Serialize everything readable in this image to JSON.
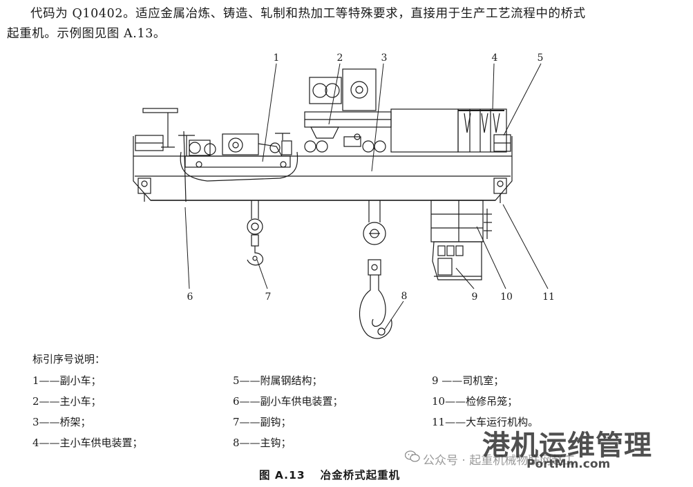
{
  "intro": {
    "line1": "代码为 Q10402。适应金属冶炼、铸造、轧制和热加工等特殊要求，直接用于生产工艺流程中的桥式",
    "line2": "起重机。示例图见图 A.13。"
  },
  "callouts": [
    "1",
    "2",
    "3",
    "4",
    "5",
    "6",
    "7",
    "8",
    "9",
    "10",
    "11"
  ],
  "legend": {
    "heading": "标引序号说明：",
    "items": [
      "1——副小车；",
      "2——主小车；",
      "3——桥架；",
      "4——主小车供电装置；",
      "5——附属钢结构；",
      "6——副小车供电装置；",
      "7——副钩；",
      "8——主钩；",
      "9 ——司机室；",
      "10——检修吊笼；",
      "11——大车运行机构。"
    ]
  },
  "caption": {
    "number": "图 A.13",
    "title": "冶金桥式起重机"
  },
  "watermark": {
    "channel": "公众号 · 起重机械物联网赵工",
    "brand": "港机运维管理",
    "url": "PortMm.com"
  }
}
